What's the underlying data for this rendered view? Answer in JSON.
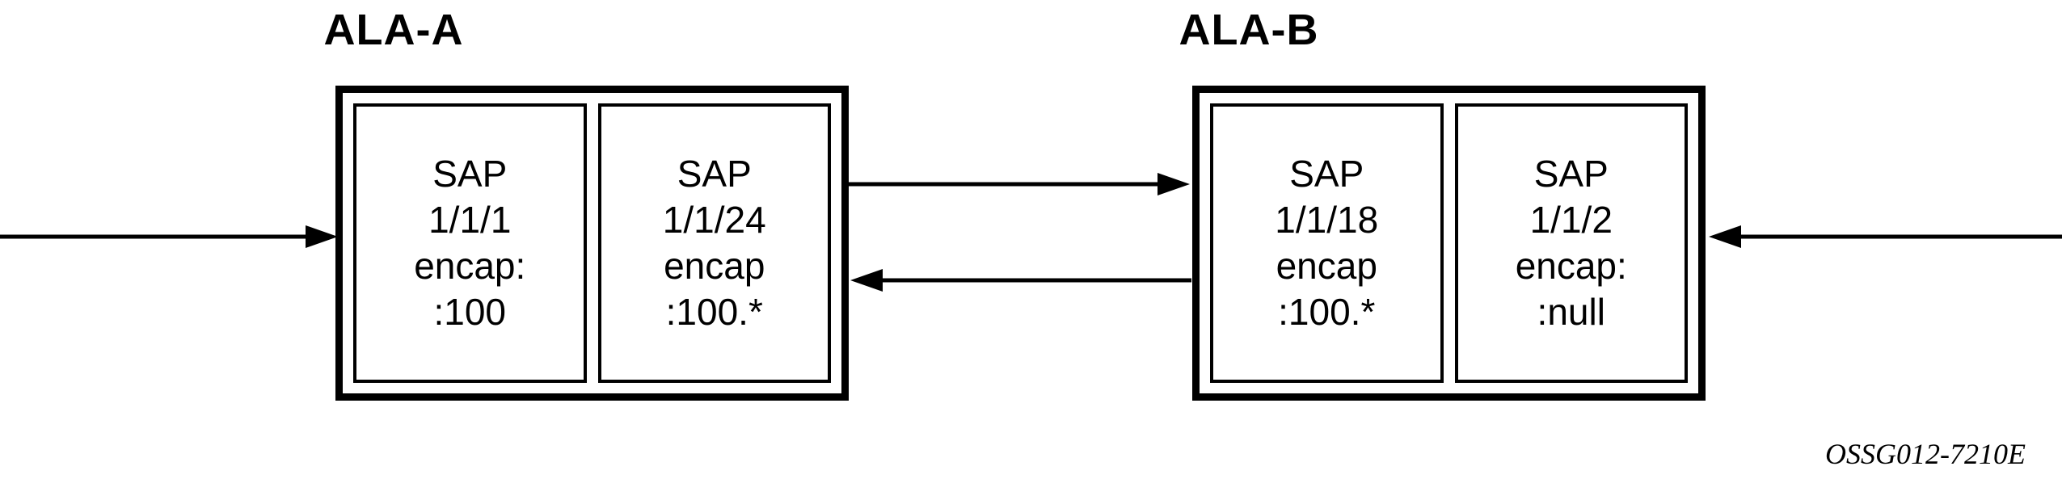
{
  "diagram": {
    "nodes": [
      {
        "id": "ala-a",
        "title": "ALA-A",
        "saps": [
          {
            "lines": [
              "SAP",
              "1/1/1",
              "encap:",
              ":100"
            ]
          },
          {
            "lines": [
              "SAP",
              "1/1/24",
              "encap",
              ":100.*"
            ]
          }
        ]
      },
      {
        "id": "ala-b",
        "title": "ALA-B",
        "saps": [
          {
            "lines": [
              "SAP",
              "1/1/18",
              "encap",
              ":100.*"
            ]
          },
          {
            "lines": [
              "SAP",
              "1/1/2",
              "encap:",
              ":null"
            ]
          }
        ]
      }
    ],
    "arrows": [
      {
        "name": "arrow-into-ala-a",
        "direction": "right",
        "description": "ingress arrow from left edge into ALA-A"
      },
      {
        "name": "arrow-ala-a-to-ala-b",
        "direction": "right",
        "description": "traffic from ALA-A to ALA-B"
      },
      {
        "name": "arrow-ala-b-to-ala-a",
        "direction": "left",
        "description": "traffic from ALA-B to ALA-A"
      },
      {
        "name": "arrow-into-ala-b",
        "direction": "left",
        "description": "ingress arrow from right edge into ALA-B"
      }
    ],
    "figure_code": "OSSG012-7210E"
  }
}
